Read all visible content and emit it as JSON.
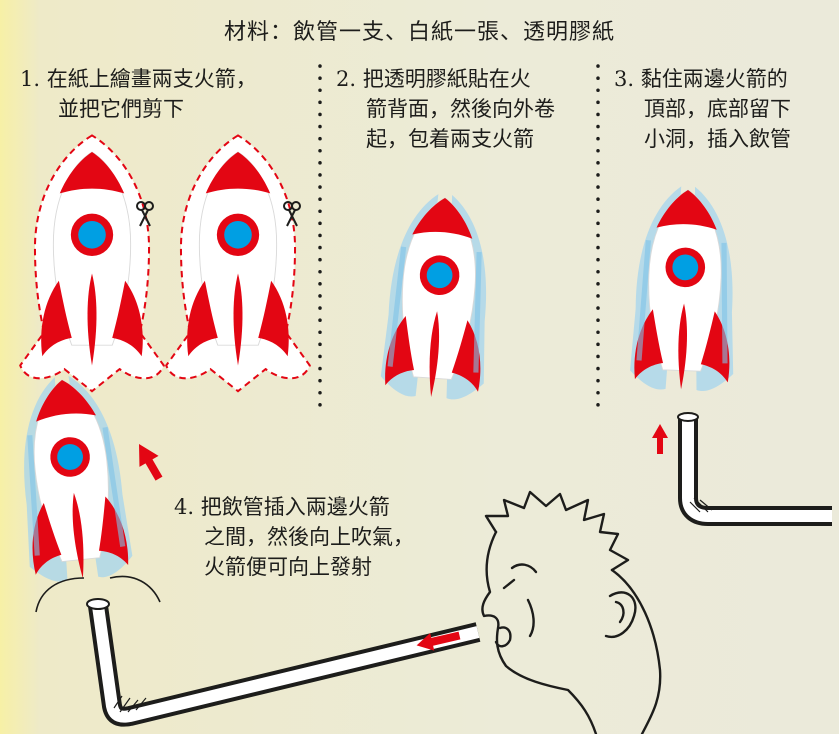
{
  "title": "材料：飲管一支、白紙一張、透明膠紙",
  "steps": [
    {
      "lines": [
        "1. 在紙上繪畫兩支火箭，",
        "並把它們剪下"
      ]
    },
    {
      "lines": [
        "2. 把透明膠紙貼在火",
        "箭背面，然後向外卷",
        "起，包着兩支火箭"
      ]
    },
    {
      "lines": [
        "3. 黏住兩邊火箭的",
        "頂部，底部留下",
        "小洞，插入飲管"
      ]
    },
    {
      "lines": [
        "4. 把飲管插入兩邊火箭",
        "之間，然後向上吹氣，",
        "火箭便可向上發射"
      ]
    }
  ],
  "colors": {
    "rocket_red": "#e30613",
    "window_blue": "#009fe3",
    "tape_blue": "#9fd3ef",
    "straw_black": "#1d1d1b",
    "background": "#ece9cf"
  },
  "icons": [
    "rocket-icon",
    "scissors-icon",
    "straw-icon",
    "up-arrow-icon",
    "left-arrow-icon",
    "boy-head-icon"
  ]
}
